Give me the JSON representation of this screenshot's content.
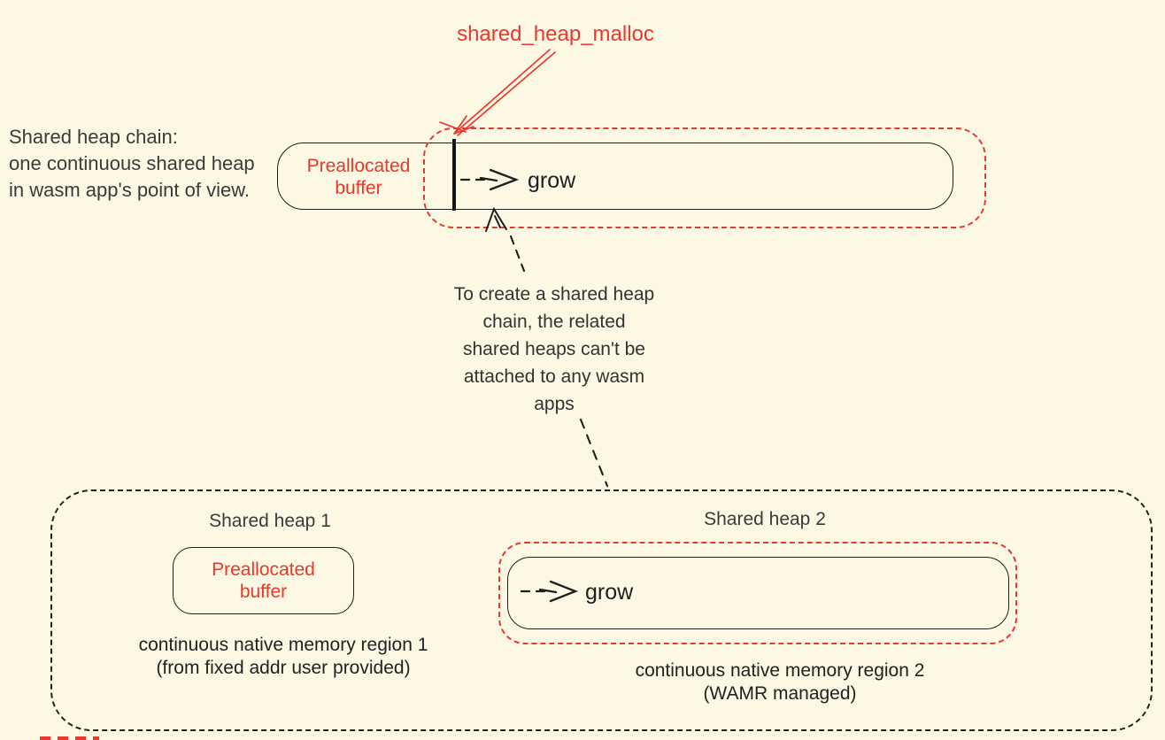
{
  "palette": {
    "background": "#FCF8E4",
    "red": "#E8392E",
    "ink": "#1F1F1F",
    "soft_ink": "#3B3B3B"
  },
  "top": {
    "malloc_label": "shared_heap_malloc",
    "left_note": {
      "line1": "Shared heap chain:",
      "line2": "one continuous shared heap",
      "line3": "in wasm app's point of view."
    },
    "prealloc_box": {
      "line1": "Preallocated",
      "line2": "buffer"
    },
    "grow_label": "grow"
  },
  "middle_note": {
    "line1": "To create a shared heap",
    "line2": "chain, the related",
    "line3": "shared heaps can't be",
    "line4": "attached to any wasm",
    "line5": "apps"
  },
  "bottom": {
    "heap1": {
      "title": "Shared heap 1",
      "box_line1": "Preallocated",
      "box_line2": "buffer",
      "caption_line1": "continuous native memory region 1",
      "caption_line2": "(from fixed addr user provided)"
    },
    "heap2": {
      "title": "Shared heap 2",
      "grow_label": "grow",
      "caption_line1": "continuous native memory region 2",
      "caption_line2": "(WAMR managed)"
    }
  }
}
